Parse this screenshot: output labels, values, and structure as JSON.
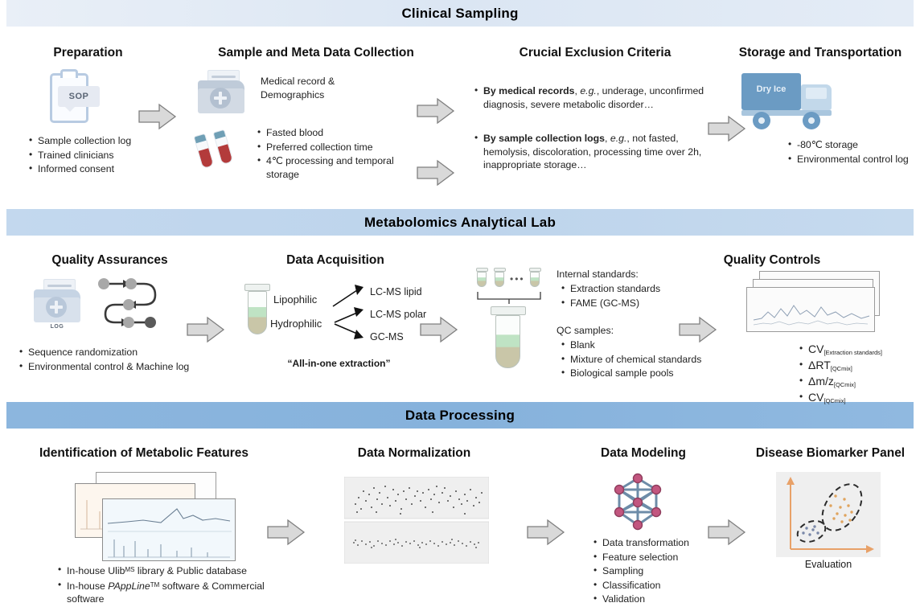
{
  "sections": [
    {
      "band_title": "Clinical Sampling",
      "steps": [
        {
          "title": "Preparation",
          "icon": "sop-clipboard-icon",
          "icon_label": "SOP",
          "bullets": [
            "Sample collection log",
            "Trained clinicians",
            "Informed consent"
          ]
        },
        {
          "title": "Sample and Meta Data Collection",
          "icon_a": "medical-record-folder-icon",
          "text_a": "Medical record &\nDemographics",
          "icon_b": "blood-tubes-icon",
          "bullets_b": [
            "Fasted blood",
            "Preferred collection time",
            "4℃ processing and temporal storage"
          ]
        },
        {
          "title": "Crucial Exclusion Criteria",
          "criteria": [
            {
              "bold": "By medical records",
              "italic": "e.g.",
              "rest": ", underage, unconfirmed diagnosis, severe metabolic disorder…"
            },
            {
              "bold": "By sample collection logs",
              "italic": "e.g.",
              "rest": ", not fasted, hemolysis, discoloration, processing time over 2h, inappropriate storage…"
            }
          ]
        },
        {
          "title": "Storage and Transportation",
          "icon": "dry-ice-truck-icon",
          "icon_label": "Dry Ice",
          "bullets": [
            "-80℃ storage",
            "Environmental control log"
          ]
        }
      ]
    },
    {
      "band_title": "Metabolomics Analytical Lab",
      "steps": [
        {
          "title": "Quality Assurances",
          "icon": "log-folder-icon",
          "icon_label": "LOG",
          "icon_b": "randomization-flow-icon",
          "bullets": [
            "Sequence randomization",
            "Environmental control & Machine log"
          ]
        },
        {
          "title": "Data  Acquisition",
          "icon": "extraction-tube-icon",
          "phase_a": "Lipophilic",
          "phase_b": "Hydrophilic",
          "outputs": [
            "LC-MS lipid",
            "LC-MS polar",
            "GC-MS"
          ],
          "caption": "“All-in-one extraction”"
        },
        {
          "title": "",
          "icon": "qc-tube-pool-icon",
          "group_a_title": "Internal standards:",
          "group_a": [
            "Extraction standards",
            "FAME (GC-MS)"
          ],
          "group_b_title": "QC samples:",
          "group_b": [
            "Blank",
            "Mixture of chemical standards",
            "Biological sample pools"
          ]
        },
        {
          "title": "Quality Controls",
          "icon": "qc-chromatogram-stack-icon",
          "metrics": [
            {
              "main": "CV",
              "sub": "[Extraction standards]"
            },
            {
              "main": "ΔRT",
              "sub": "[QCmix]"
            },
            {
              "main": "Δm/z",
              "sub": "[QCmix]"
            },
            {
              "main": "CV",
              "sub": "[QCmix]"
            }
          ]
        }
      ]
    },
    {
      "band_title": "Data Processing",
      "steps": [
        {
          "title": "Identification of Metabolic Features",
          "icon": "spectra-stack-icon",
          "bullets_rich": [
            {
              "pre": "In-house Ulib",
              "sup": "MS",
              "post": " library & Public database"
            },
            {
              "pre": "In-house ",
              "em": "PAppLine",
              "sup": "TM",
              "post": " software & Commercial software"
            }
          ]
        },
        {
          "title": "Data Normalization",
          "icon": "normalization-scatter-icon"
        },
        {
          "title": "Data Modeling",
          "icon": "network-graph-icon",
          "bullets": [
            "Data transformation",
            "Feature selection",
            "Sampling",
            "Classification",
            "Validation"
          ]
        },
        {
          "title": "Disease Biomarker Panel",
          "icon": "biomarker-scatter-icon",
          "caption": "Evaluation"
        }
      ]
    }
  ],
  "colors": {
    "band1": "#dbe6f3",
    "band2": "#bdd4ec",
    "band3": "#86b2dc",
    "arrow_fill": "#d9d9d9",
    "arrow_stroke": "#7f7f7f",
    "truck_blue": "#6b9bc3",
    "node_pink": "#c2567f",
    "axis_orange": "#e8a168"
  }
}
